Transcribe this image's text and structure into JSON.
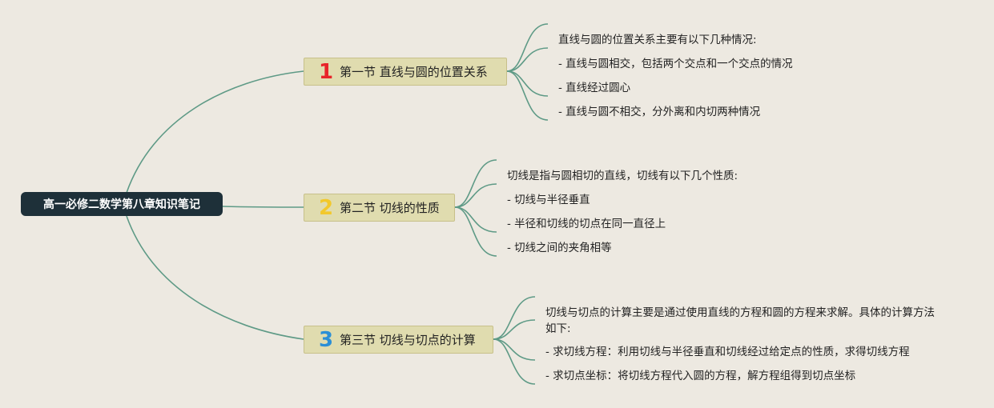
{
  "root": {
    "title": "高一必修二数学第八章知识笔记"
  },
  "sections": [
    {
      "number": "1",
      "number_color": "#e8252a",
      "title": "第一节 直线与圆的位置关系",
      "points": [
        "直线与圆的位置关系主要有以下几种情况:",
        "- 直线与圆相交，包括两个交点和一个交点的情况",
        "- 直线经过圆心",
        "- 直线与圆不相交，分外离和内切两种情况"
      ]
    },
    {
      "number": "2",
      "number_color": "#f2c82c",
      "title": "第二节 切线的性质",
      "points": [
        "切线是指与圆相切的直线，切线有以下几个性质:",
        "- 切线与半径垂直",
        "- 半径和切线的切点在同一直径上",
        "- 切线之间的夹角相等"
      ]
    },
    {
      "number": "3",
      "number_color": "#2b8fd6",
      "title": "第三节 切线与切点的计算",
      "points": [
        "切线与切点的计算主要是通过使用直线的方程和圆的方程来求解。具体的计算方法如下:",
        "- 求切线方程：利用切线与半径垂直和切线经过给定点的性质，求得切线方程",
        "- 求切点坐标：将切线方程代入圆的方程，解方程组得到切点坐标"
      ]
    }
  ],
  "colors": {
    "connector": "#5e9a86",
    "root_bg": "#1e3039",
    "section_bg": "#e0dcaf"
  }
}
